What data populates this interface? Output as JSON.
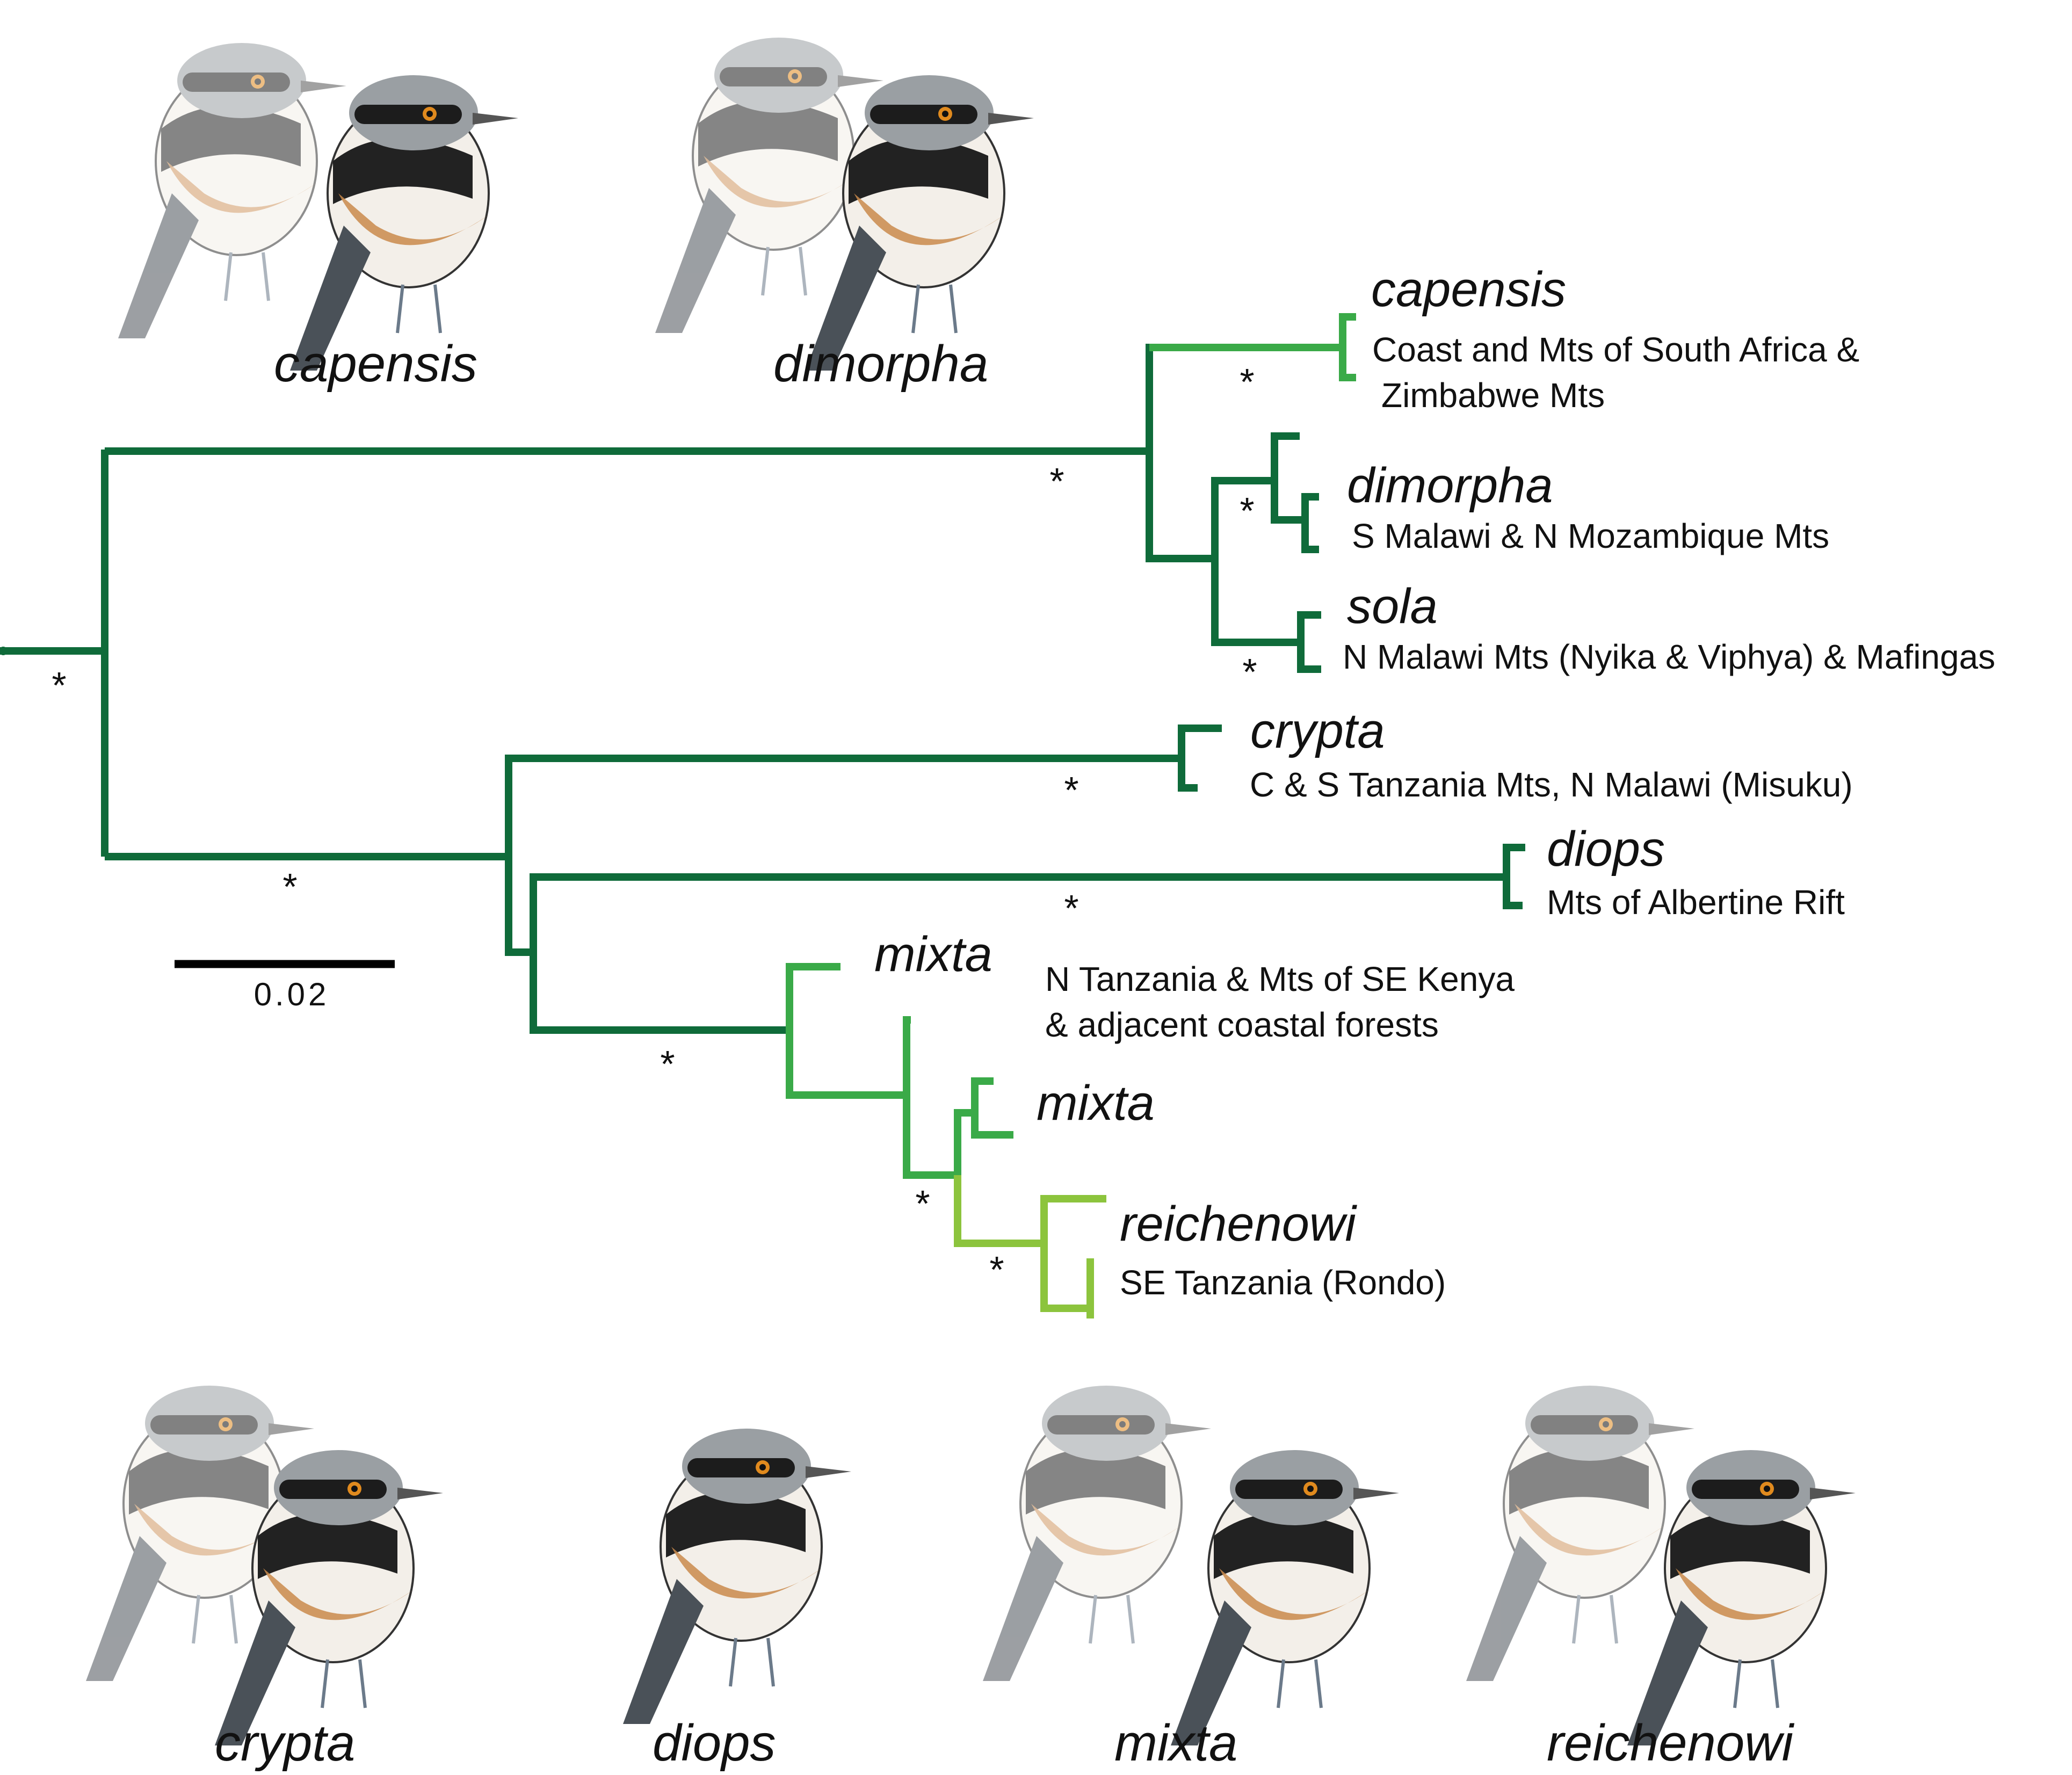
{
  "colors": {
    "dark_green": "#0f6b3a",
    "mid_green": "#3aaa48",
    "light_green": "#8cc43d",
    "text": "#111111"
  },
  "support_marker": "*",
  "scale_bar": {
    "value": 0.02,
    "label": "0.02"
  },
  "tips": [
    {
      "id": "capensis",
      "name": "capensis",
      "region_lines": [
        "Coast and Mts of South Africa &",
        "Zimbabwe Mts"
      ]
    },
    {
      "id": "dimorpha",
      "name": "dimorpha",
      "region_lines": [
        "S Malawi & N Mozambique Mts"
      ]
    },
    {
      "id": "sola",
      "name": "sola",
      "region_lines": [
        "N Malawi Mts (Nyika & Viphya) & Mafingas"
      ]
    },
    {
      "id": "crypta",
      "name": "crypta",
      "region_lines": [
        "C & S Tanzania Mts, N Malawi (Misuku)"
      ]
    },
    {
      "id": "diops",
      "name": "diops",
      "region_lines": [
        "Mts of Albertine Rift"
      ]
    },
    {
      "id": "mixta_1",
      "name": "mixta",
      "region_lines": [
        "N Tanzania & Mts of SE Kenya",
        "& adjacent coastal forests"
      ]
    },
    {
      "id": "mixta_2",
      "name": "mixta",
      "region_lines": []
    },
    {
      "id": "reichenowi",
      "name": "reichenowi",
      "region_lines": [
        "SE Tanzania (Rondo)"
      ]
    }
  ],
  "illustrations": [
    {
      "id": "capensis",
      "caption": "capensis",
      "icon": "bird-pair-illustration"
    },
    {
      "id": "dimorpha",
      "caption": "dimorpha",
      "icon": "bird-pair-illustration"
    },
    {
      "id": "crypta",
      "caption": "crypta",
      "icon": "bird-pair-illustration"
    },
    {
      "id": "diops",
      "caption": "diops",
      "icon": "bird-illustration"
    },
    {
      "id": "mixta",
      "caption": "mixta",
      "icon": "bird-pair-illustration"
    },
    {
      "id": "reichenowi",
      "caption": "reichenowi",
      "icon": "bird-pair-illustration"
    }
  ]
}
